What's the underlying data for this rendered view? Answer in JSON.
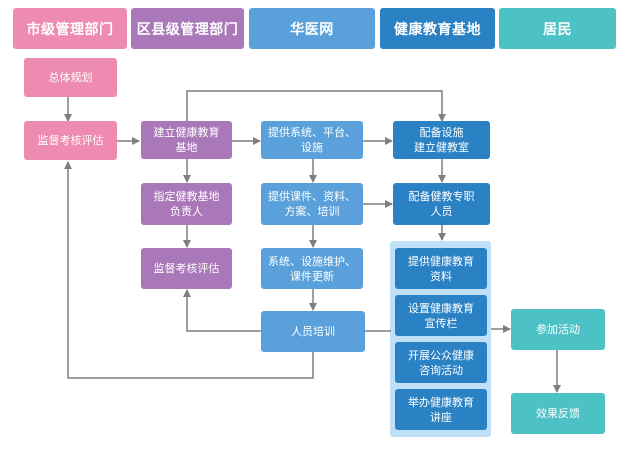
{
  "lanes": {
    "city": "市级管理部门",
    "district": "区县级管理部门",
    "huayi": "华医网",
    "base": "健康教育基地",
    "residents": "居民"
  },
  "nodes": {
    "overall_plan": "总体规划",
    "city_assess": "监督考核评估",
    "build_base": "建立健康教育\n基地",
    "assign_lead": "指定健教基地\n负责人",
    "district_assess": "监督考核评估",
    "provide_system": "提供系统、平台、\n设施",
    "provide_course": "提供课件、资料、\n方案、培训",
    "system_maint": "系统、设施维护、\n课件更新",
    "staff_training": "人员培训",
    "equip_room": "配备设施\n建立健教室",
    "equip_staff": "配备健教专职\n人员",
    "give_materials": "提供健康教育\n资料",
    "set_board": "设置健康教育\n宣传栏",
    "consult": "开展公众健康\n咨询活动",
    "lecture": "举办健康教育\n讲座",
    "join": "参加活动",
    "feedback": "效果反馈"
  },
  "colors": {
    "pink": "#ee8bb0",
    "purple": "#aa78b9",
    "blue": "#5aa1db",
    "dark_blue": "#2a81c4",
    "teal": "#4cc1c6",
    "group_bg": "#bfe0f6",
    "connector": "#7f7f7f"
  }
}
